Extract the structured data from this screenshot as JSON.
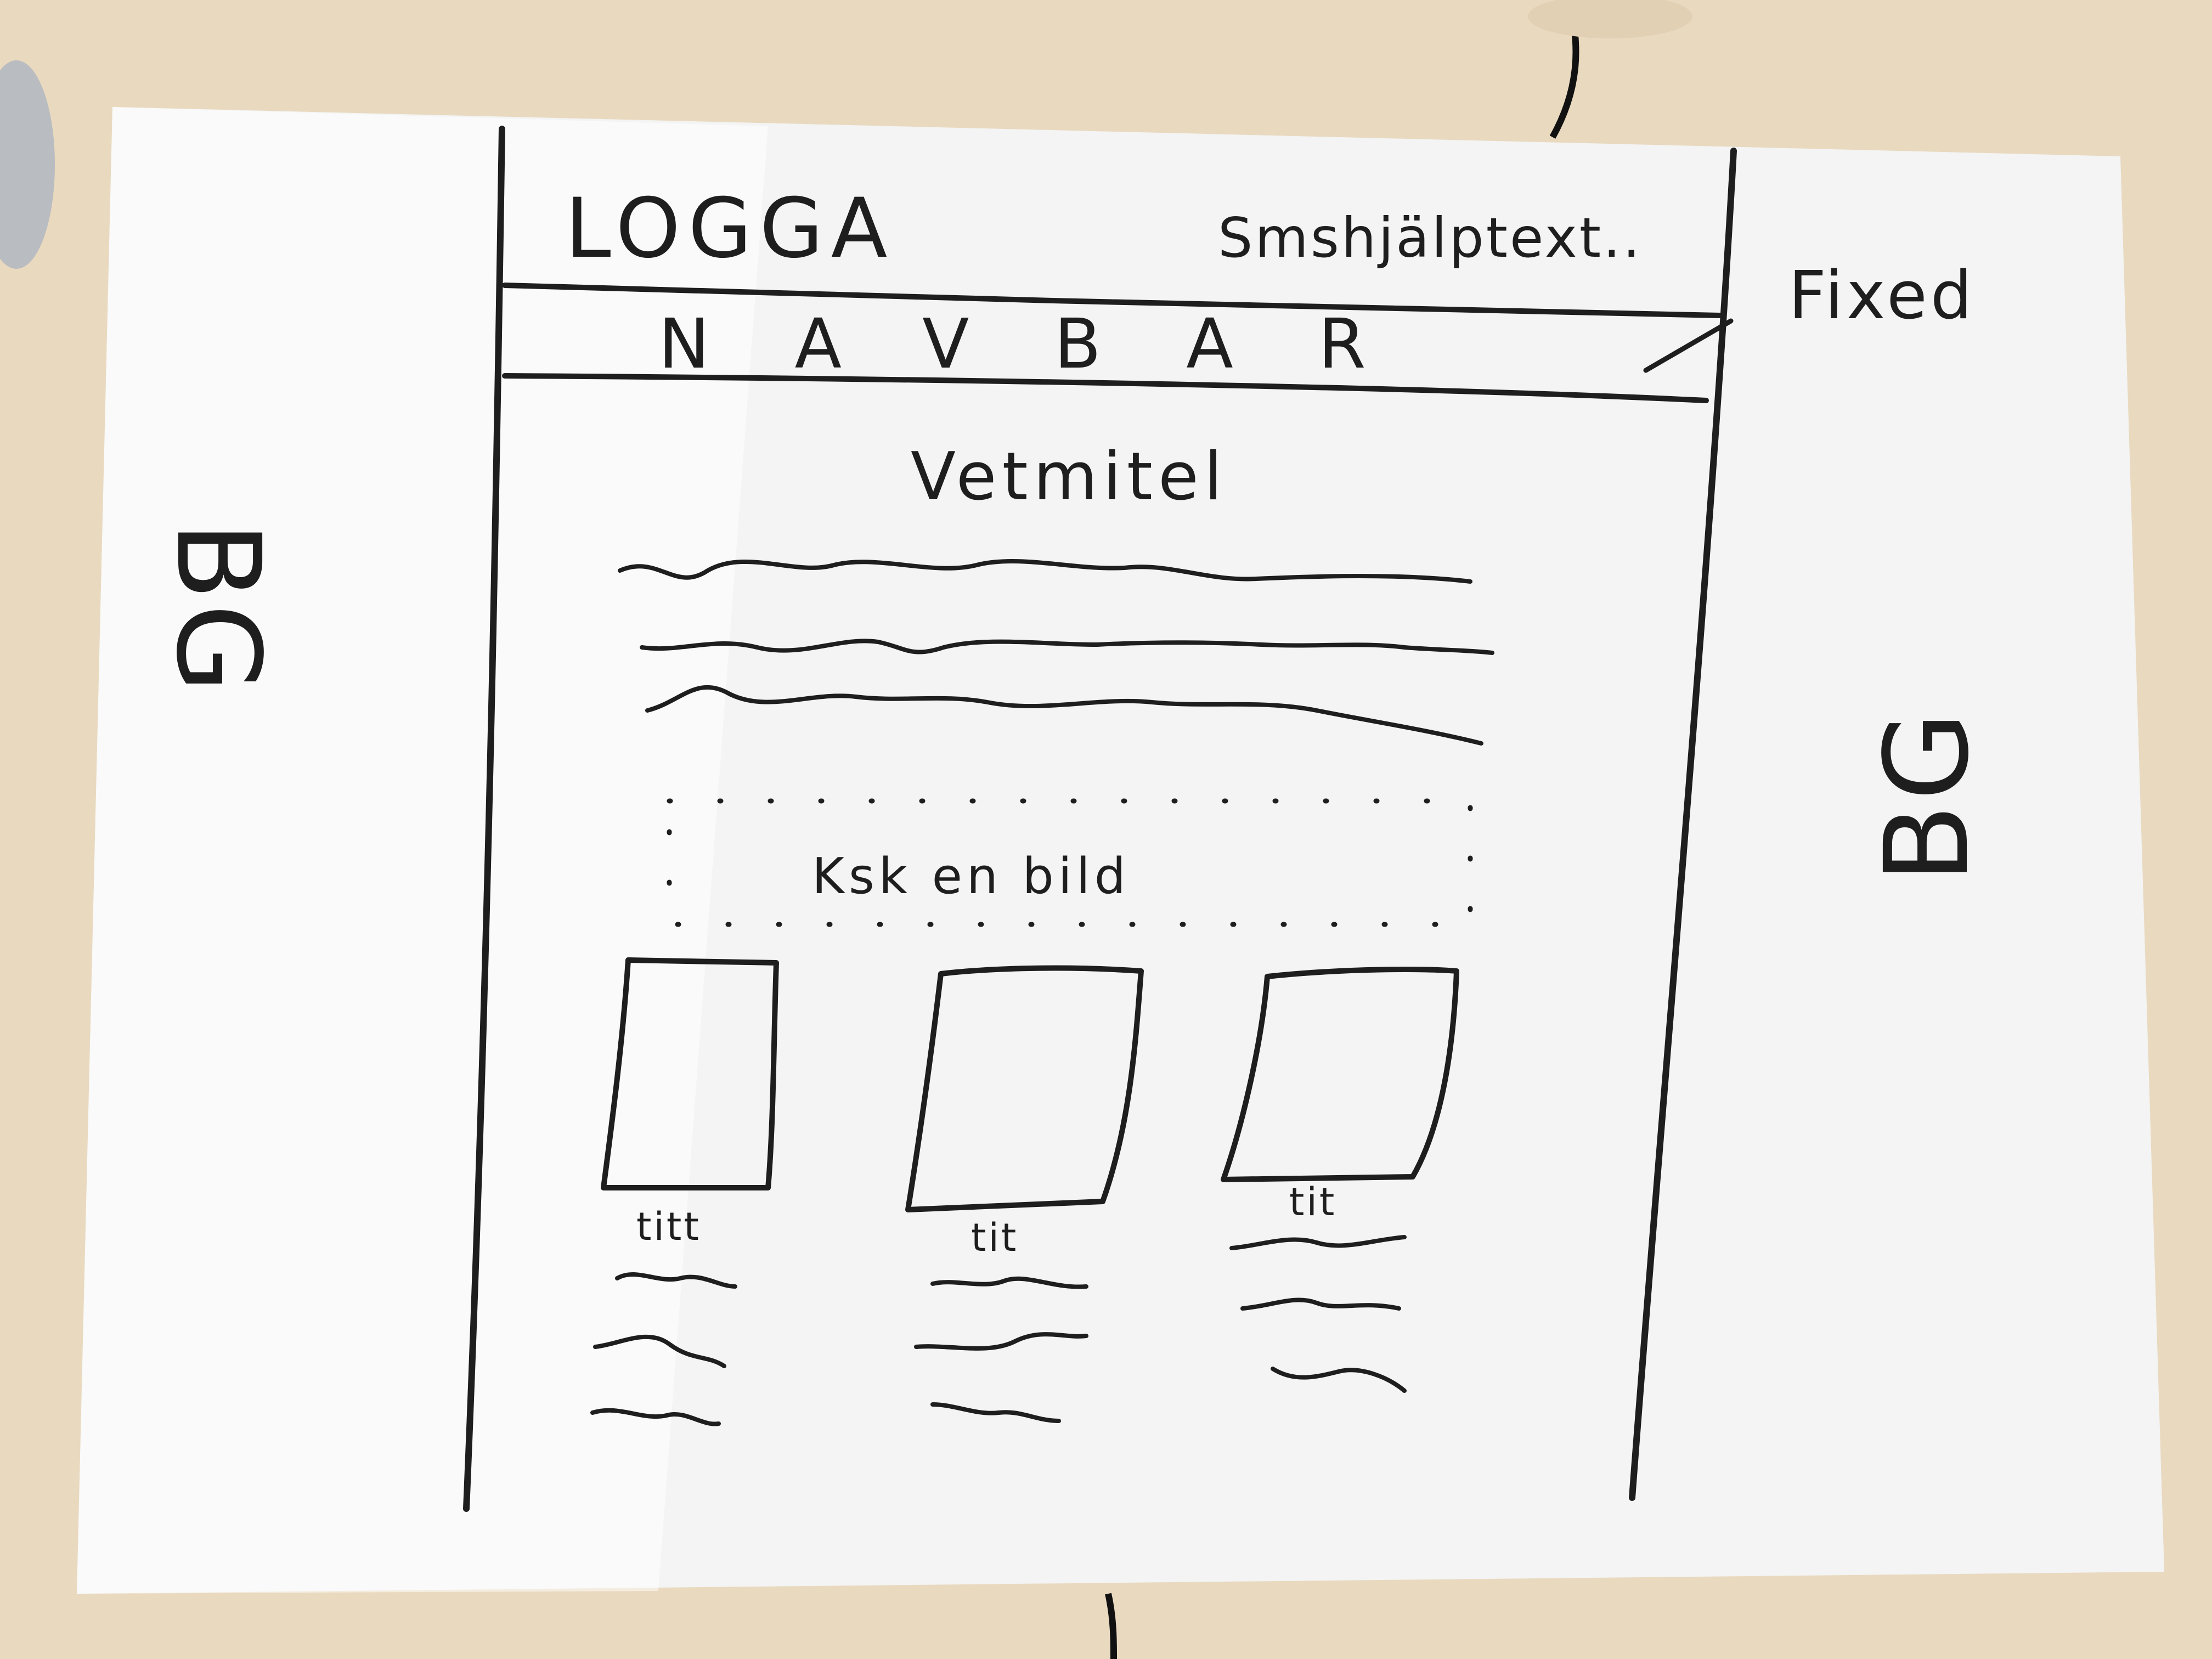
{
  "header": {
    "logo": "LOGGA",
    "help_text": "Smshjälptext.."
  },
  "navbar": {
    "label": "NAVBAR",
    "annotation": "Fixed"
  },
  "main": {
    "title": "Vetmitel",
    "image_placeholder": "Ksk en bild"
  },
  "cards": [
    {
      "title": "titt"
    },
    {
      "title": "tit"
    },
    {
      "title": "tit"
    }
  ],
  "background_labels": {
    "left": "BG",
    "right": "BG"
  },
  "colors": {
    "ink": "#1e1e1e",
    "paper": "#f3f4f3",
    "desk": "#e9d9bf"
  }
}
